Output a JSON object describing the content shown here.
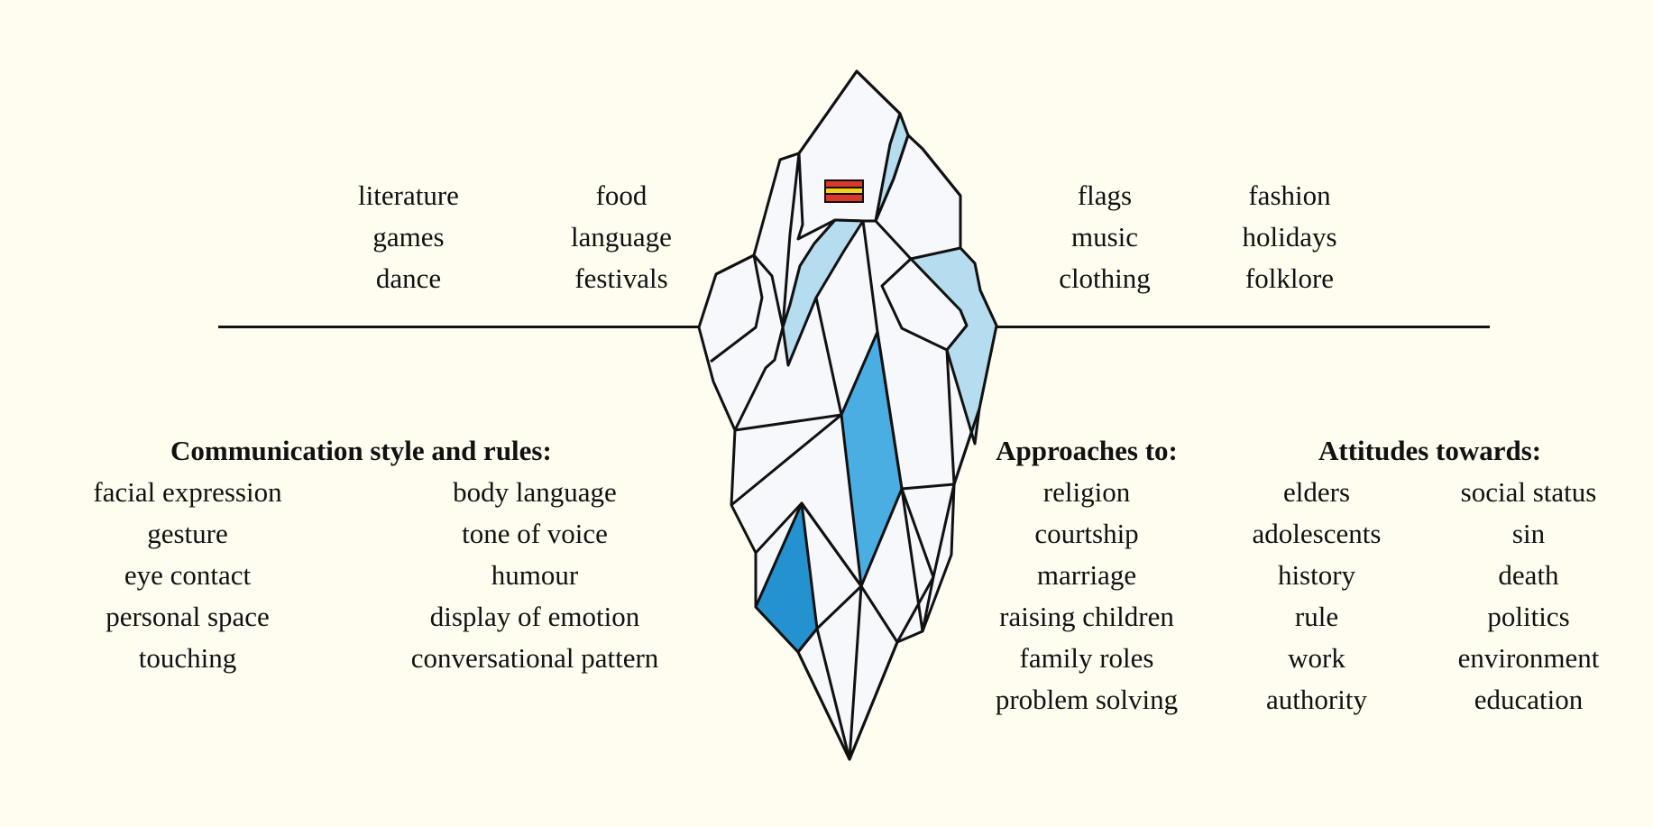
{
  "above_water": {
    "column_1": [
      "literature",
      "games",
      "dance"
    ],
    "column_2": [
      "food",
      "language",
      "festivals"
    ],
    "column_3": [
      "flags",
      "music",
      "clothing"
    ],
    "column_4": [
      "fashion",
      "holidays",
      "folklore"
    ]
  },
  "below_water": {
    "communication": {
      "heading": "Communication style and rules:",
      "column_a": [
        "facial expression",
        "gesture",
        "eye contact",
        "personal space",
        "touching"
      ],
      "column_b": [
        "body language",
        "tone of voice",
        "humour",
        "display of emotion",
        "conversational pattern"
      ]
    },
    "approaches": {
      "heading": "Approaches to:",
      "items": [
        "religion",
        "courtship",
        "marriage",
        "raising children",
        "family roles",
        "problem solving"
      ]
    },
    "attitudes": {
      "heading": "Attitudes towards:",
      "column_a": [
        "elders",
        "adolescents",
        "history",
        "rule",
        "work",
        "authority"
      ],
      "column_b": [
        "social status",
        "sin",
        "death",
        "politics",
        "environment",
        "education"
      ]
    }
  },
  "colors": {
    "background": "#fefdf0",
    "ice_white": "#f6f8fc",
    "ice_light": "#b5ddef",
    "ice_mid": "#4aaee3",
    "ice_dark": "#2492cf",
    "flag_red": "#d9382a",
    "flag_yellow": "#f5d21a",
    "outline": "#111111"
  }
}
